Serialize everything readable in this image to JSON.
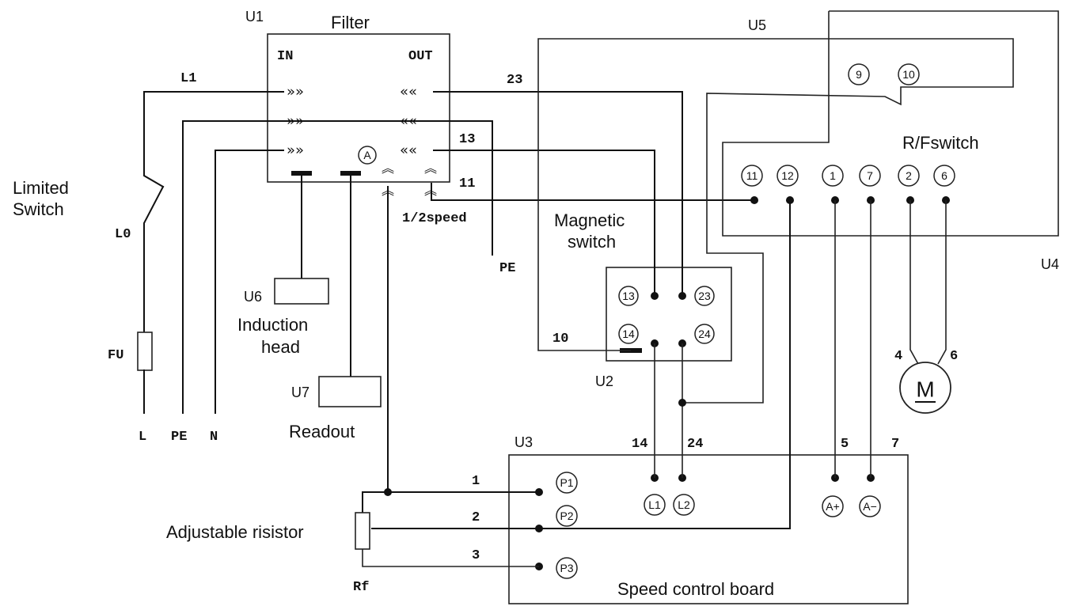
{
  "labels": {
    "filter_title": "Filter",
    "u1": "U1",
    "u2": "U2",
    "u3": "U3",
    "u4": "U4",
    "u5": "U5",
    "u6": "U6",
    "u7": "U7",
    "in": "IN",
    "out": "OUT",
    "l1": "L1",
    "l0": "L0",
    "limited_switch_line1": "Limited",
    "limited_switch_line2": "Switch",
    "fu": "FU",
    "l": "L",
    "pe_bottom": "PE",
    "n": "N",
    "pe_filter": "PE",
    "induction_head_line1": "Induction",
    "induction_head_line2": "head",
    "readout": "Readout",
    "half_speed": "1/2speed",
    "magnetic_switch_line1": "Magnetic",
    "magnetic_switch_line2": "switch",
    "rf_switch": "R/Fswitch",
    "adjustable_resistor": "Adjustable risistor",
    "rf": "Rf",
    "speed_control_board": "Speed control board",
    "motor": "M",
    "wire_23": "23",
    "wire_13": "13",
    "wire_11": "11",
    "wire_10": "10",
    "wire_14": "14",
    "wire_24": "24",
    "wire_1": "1",
    "wire_2": "2",
    "wire_3": "3",
    "wire_5": "5",
    "wire_7": "7",
    "wire_4": "4",
    "wire_6": "6"
  },
  "terminals": {
    "filter_a": "A",
    "rf_9": "9",
    "rf_10": "10",
    "rf_11": "11",
    "rf_12": "12",
    "rf_1": "1",
    "rf_7": "7",
    "rf_2": "2",
    "rf_6": "6",
    "ms_13": "13",
    "ms_23": "23",
    "ms_14": "14",
    "ms_24": "24",
    "scb_p1": "P1",
    "scb_p2": "P2",
    "scb_p3": "P3",
    "scb_l1": "L1",
    "scb_l2": "L2",
    "scb_a_plus": "A+",
    "scb_a_minus": "A−"
  }
}
